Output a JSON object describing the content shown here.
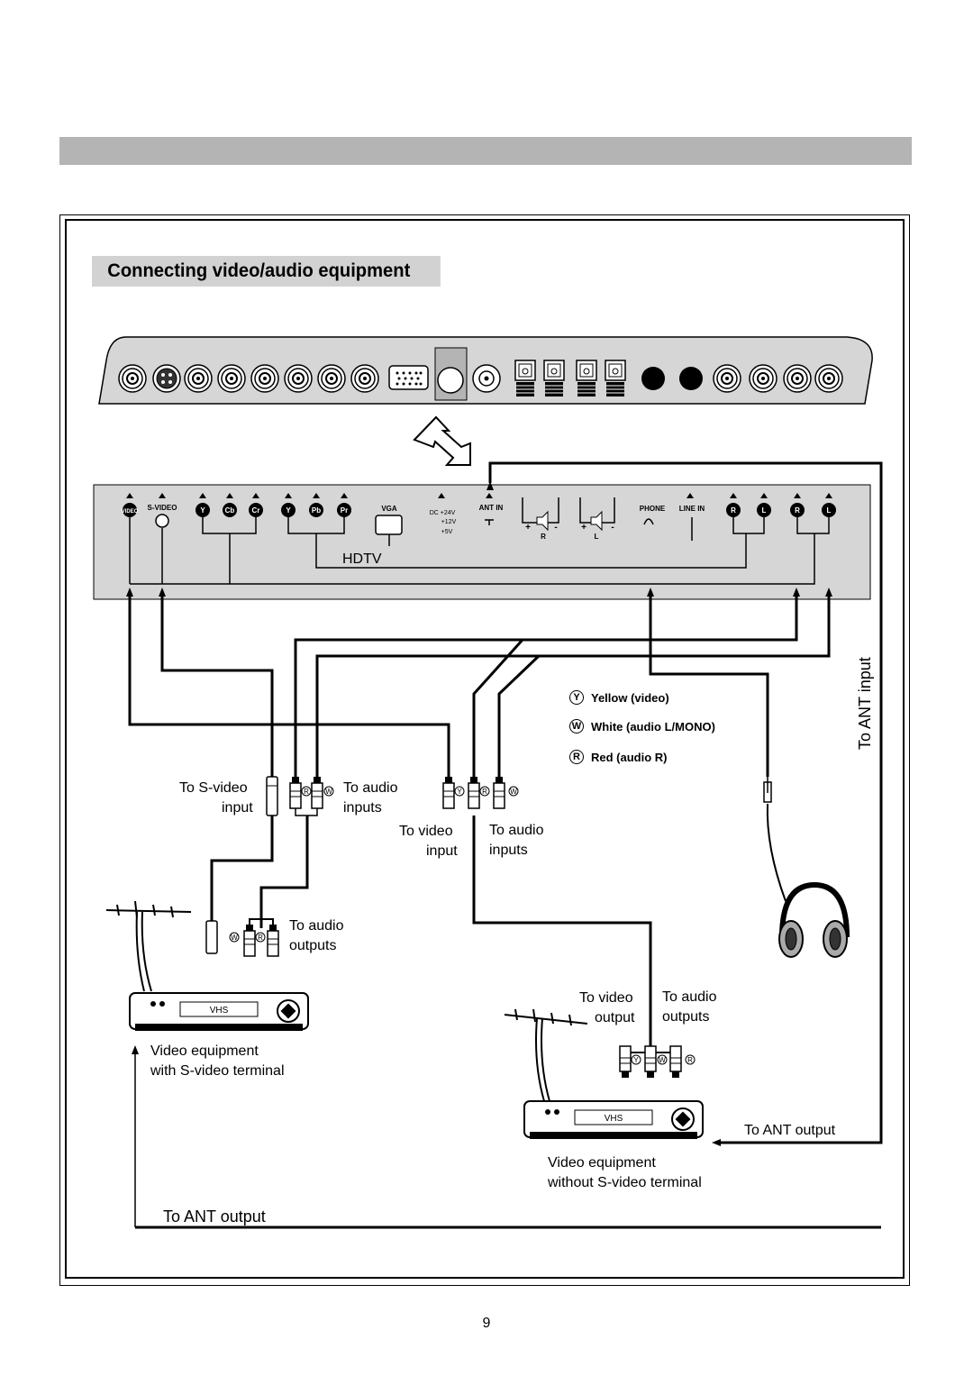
{
  "section": {
    "title": "Connecting video/audio equipment"
  },
  "panel": {
    "jacks": {
      "video": "VIDEO",
      "svideo": "S-VIDEO",
      "y1": "Y",
      "cb": "Cb",
      "cr": "Cr",
      "y2": "Y",
      "pb": "Pb",
      "pr": "Pr",
      "vga": "VGA",
      "dc1": "DC +24V",
      "dc2": "+12V",
      "dc3": "+5V",
      "ant_in": "ANT IN",
      "sp_r_plus": "+",
      "sp_r_minus": "-",
      "sp_r": "R",
      "sp_l_plus": "+",
      "sp_l_minus": "-",
      "sp_l": "L",
      "phone": "PHONE",
      "line_in": "LINE IN",
      "r1": "R",
      "l1": "L",
      "r2": "R",
      "l2": "L"
    },
    "hdtv": "HDTV"
  },
  "labels": {
    "to_ant_input": "To ANT input",
    "to_svideo_input_1": "To S-video",
    "to_svideo_input_2": "input",
    "to_audio_inputs_a1": "To audio",
    "to_audio_inputs_a2": "inputs",
    "to_video_input_1": "To video",
    "to_video_input_2": "input",
    "to_audio_inputs_b1": "To audio",
    "to_audio_inputs_b2": "inputs",
    "to_audio_outputs_a1": "To audio",
    "to_audio_outputs_a2": "outputs",
    "to_video_output_1": "To video",
    "to_video_output_2": "output",
    "to_audio_outputs_b1": "To audio",
    "to_audio_outputs_b2": "outputs",
    "vcr1_caption_1": "Video equipment",
    "vcr1_caption_2": "with S-video terminal",
    "vcr2_caption_1": "Video equipment",
    "vcr2_caption_2": "without S-video terminal",
    "to_ant_output_1": "To ANT output",
    "to_ant_output_2": "To ANT output",
    "vhs1": "VHS",
    "vhs2": "VHS"
  },
  "plugs": {
    "r": "R",
    "w": "W",
    "y": "Y"
  },
  "legend": [
    {
      "code": "Y",
      "text": "Yellow (video)"
    },
    {
      "code": "W",
      "text": "White (audio L/MONO)"
    },
    {
      "code": "R",
      "text": "Red (audio R)"
    }
  ],
  "page_number": "9"
}
